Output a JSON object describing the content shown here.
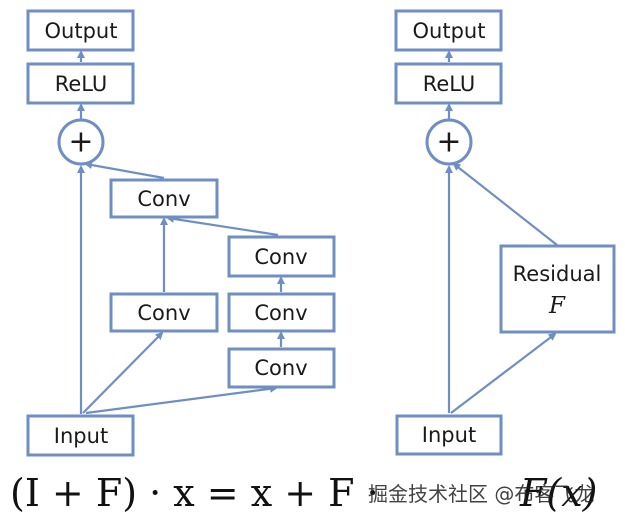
{
  "colors": {
    "stroke": "#6f8fc4",
    "text": "#1a1a1a",
    "background": "#ffffff"
  },
  "left_diagram": {
    "output": "Output",
    "relu": "ReLU",
    "add": "+",
    "conv_top": "Conv",
    "conv_mid_left": "Conv",
    "conv_right_top": "Conv",
    "conv_right_mid": "Conv",
    "conv_right_bottom": "Conv",
    "input": "Input"
  },
  "right_diagram": {
    "output": "Output",
    "relu": "ReLU",
    "add": "+",
    "residual_label": "Residual",
    "residual_symbol": "F",
    "input": "Input"
  },
  "formula": {
    "text": "(I + F) · x = x + F · x = x + F(x)",
    "visible_left": "(I + F) · x = x + F ·",
    "visible_right": "F(x)"
  },
  "watermark": "掘金技术社区 @布客飞龙"
}
